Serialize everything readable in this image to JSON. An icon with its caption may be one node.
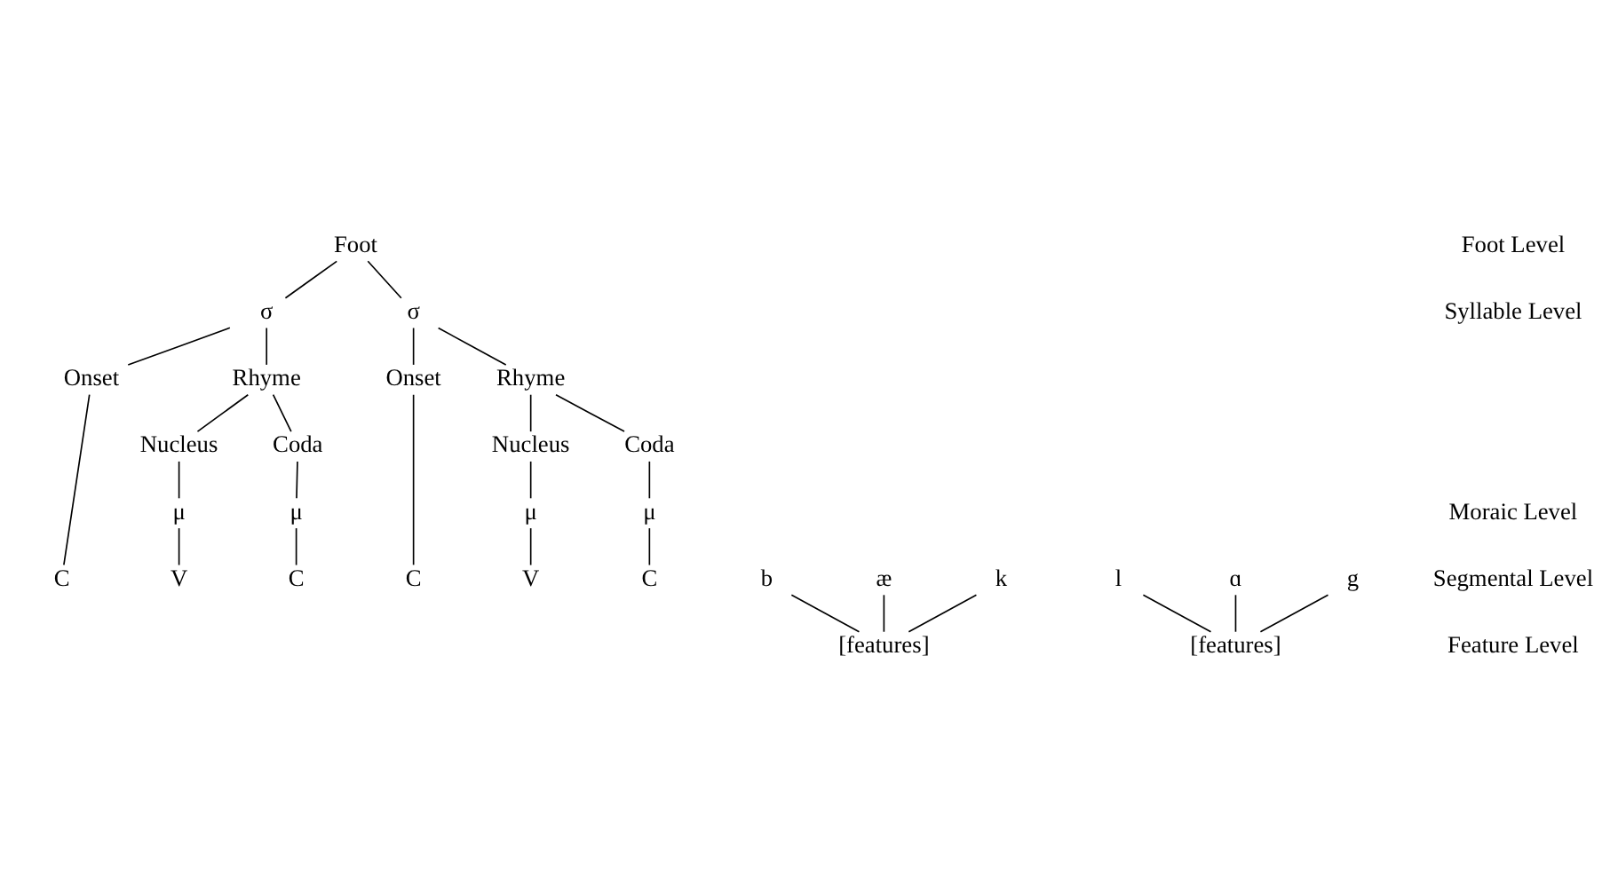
{
  "diagram": {
    "nodes": [
      {
        "text": [
          "Foot"
        ]
      },
      {
        "text": [
          "σ"
        ]
      },
      {
        "text": [
          "σ"
        ]
      },
      {
        "text": [
          "Onset"
        ]
      },
      {
        "text": [
          "Rhyme"
        ]
      },
      {
        "text": [
          "Onset"
        ]
      },
      {
        "text": [
          "Rhyme"
        ]
      },
      {
        "text": [
          "Nucleus"
        ]
      },
      {
        "text": [
          "Coda"
        ]
      },
      {
        "text": [
          "Nucleus"
        ]
      },
      {
        "text": [
          "Coda"
        ]
      },
      {
        "text": [
          "μ"
        ]
      },
      {
        "text": [
          "μ"
        ]
      },
      {
        "text": [
          "μ"
        ]
      },
      {
        "text": [
          "μ"
        ]
      },
      {
        "text": [
          "C"
        ]
      },
      {
        "text": [
          "V"
        ]
      },
      {
        "text": [
          "C"
        ]
      },
      {
        "text": [
          "C"
        ]
      },
      {
        "text": [
          "V"
        ]
      },
      {
        "text": [
          "C"
        ]
      },
      {
        "text": [
          "b"
        ]
      },
      {
        "text": [
          "æ"
        ]
      },
      {
        "text": [
          "k"
        ]
      },
      {
        "text": [
          "l"
        ]
      },
      {
        "text": [
          "ɑ"
        ]
      },
      {
        "text": [
          "g"
        ]
      },
      {
        "text": [
          "[features]"
        ]
      },
      {
        "text": [
          "[features]"
        ]
      }
    ],
    "edges": [
      {
        "from": 0,
        "to": 1,
        "arrow": "none"
      },
      {
        "from": 0,
        "to": 2,
        "arrow": "none"
      },
      {
        "from": 1,
        "to": 3,
        "arrow": "none"
      },
      {
        "from": 1,
        "to": 4,
        "arrow": "none"
      },
      {
        "from": 2,
        "to": 5,
        "arrow": "none"
      },
      {
        "from": 2,
        "to": 6,
        "arrow": "none"
      },
      {
        "from": 4,
        "to": 7,
        "arrow": "none"
      },
      {
        "from": 4,
        "to": 8,
        "arrow": "none"
      },
      {
        "from": 6,
        "to": 9,
        "arrow": "none"
      },
      {
        "from": 6,
        "to": 10,
        "arrow": "none"
      },
      {
        "from": 3,
        "to": 15,
        "arrow": "none"
      },
      {
        "from": 7,
        "to": 11,
        "arrow": "none"
      },
      {
        "from": 8,
        "to": 12,
        "arrow": "none"
      },
      {
        "from": 11,
        "to": 16,
        "arrow": "none"
      },
      {
        "from": 12,
        "to": 17,
        "arrow": "none"
      },
      {
        "from": 5,
        "to": 18,
        "arrow": "none"
      },
      {
        "from": 9,
        "to": 13,
        "arrow": "none"
      },
      {
        "from": 10,
        "to": 14,
        "arrow": "none"
      },
      {
        "from": 13,
        "to": 19,
        "arrow": "none"
      },
      {
        "from": 14,
        "to": 20,
        "arrow": "none"
      },
      {
        "from": 21,
        "to": 27,
        "arrow": "none"
      },
      {
        "from": 22,
        "to": 27,
        "arrow": "none"
      },
      {
        "from": 23,
        "to": 27,
        "arrow": "none"
      },
      {
        "from": 24,
        "to": 28,
        "arrow": "none"
      },
      {
        "from": 25,
        "to": 28,
        "arrow": "none"
      },
      {
        "from": 26,
        "to": 28,
        "arrow": "none"
      }
    ],
    "labels": [
      "Foot Level",
      "Syllable Level",
      "Moraic Level",
      "Segmental Level",
      "Feature Level"
    ]
  }
}
